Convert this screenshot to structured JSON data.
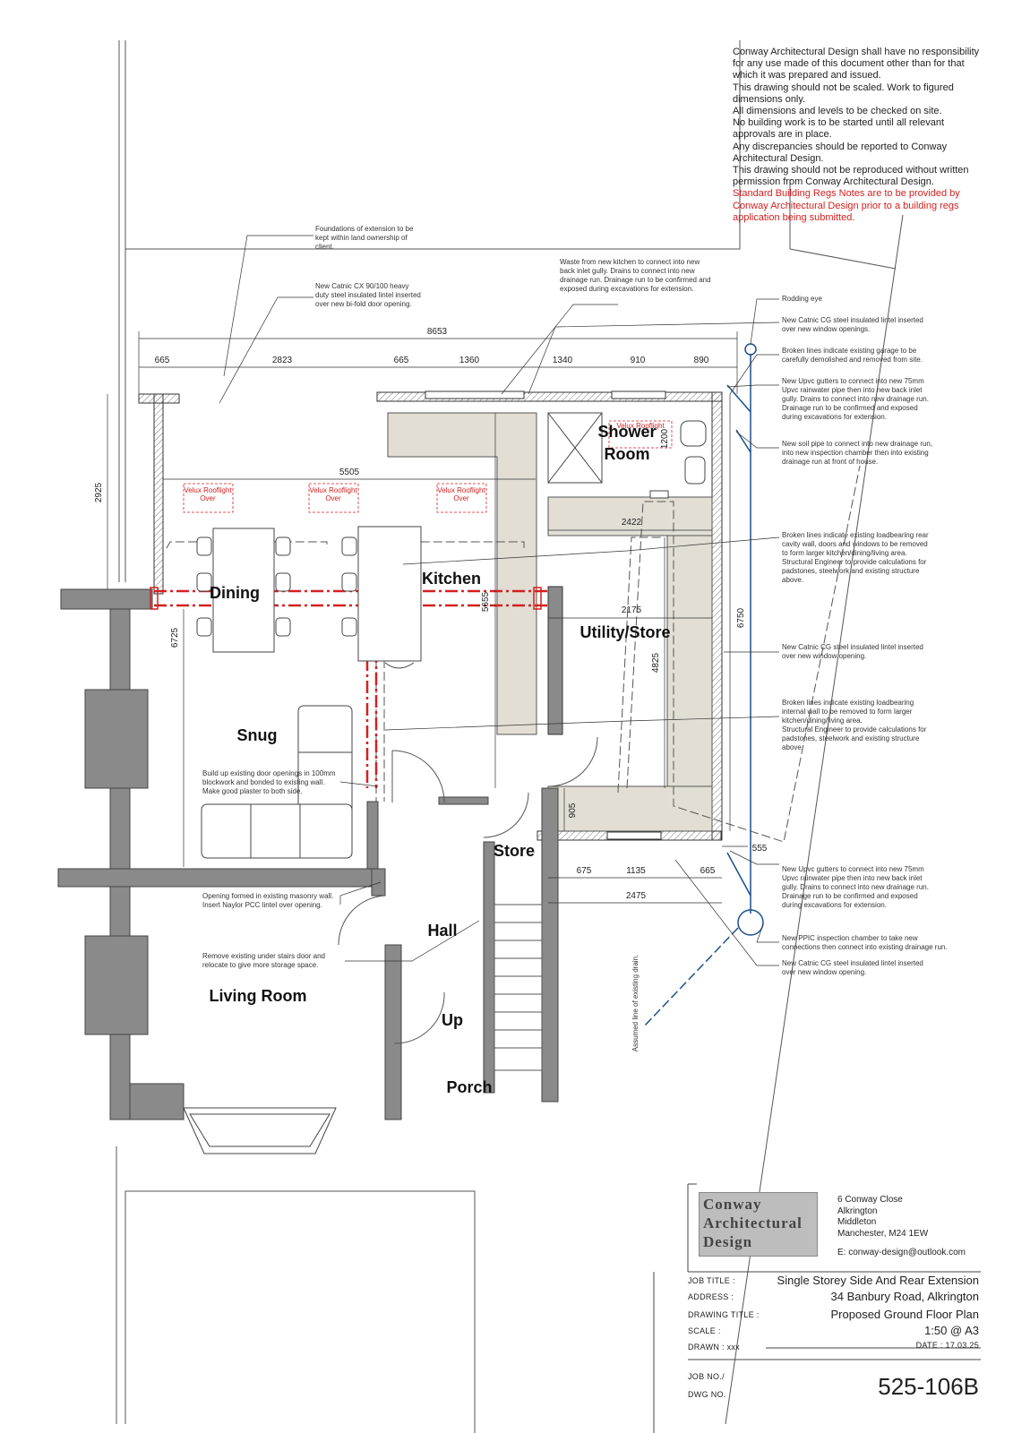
{
  "disclaimer": {
    "lines": [
      "Conway Architectural Design shall have no responsibility for any use made of this document other than for that which it was prepared and issued.",
      "This drawing should not be scaled. Work to figured dimensions only.",
      "All dimensions and levels to be checked on site.",
      "No building work is to be started until all relevant approvals are in place.",
      "Any discrepancies should be reported to Conway Architectural Design.",
      "This drawing should not be reproduced without written permission from Conway Architectural Design."
    ],
    "red_note": "Standard Building Regs Notes are to be provided by Conway Architectural Design prior to a building regs application being submitted."
  },
  "rooms": {
    "dining": "Dining",
    "kitchen": "Kitchen",
    "shower": "Shower",
    "shower2": "Room",
    "utility": "Utility/Store",
    "snug": "Snug",
    "store": "Store",
    "hall": "Hall",
    "up": "Up",
    "living": "Living Room",
    "porch": "Porch"
  },
  "velux": {
    "label1": "Velux Rooflight",
    "label2": "Over"
  },
  "dimensions": {
    "overall": "8653",
    "d665a": "665",
    "d2823": "2823",
    "d665b": "665",
    "d1360": "1360",
    "d1340": "1340",
    "d910": "910",
    "d890": "890",
    "d5505": "5505",
    "d2925": "2925",
    "d6725": "6725",
    "d5655": "5655",
    "d2422": "2422",
    "d2175": "2175",
    "d4825": "4825",
    "d6750": "6750",
    "d1200": "1200",
    "d905": "905",
    "d675": "675",
    "d1135": "1135",
    "d665c": "665",
    "d2475": "2475",
    "d555": "555"
  },
  "annotations": {
    "foundations": [
      "Foundations of extension to be",
      "kept within land ownership of",
      "client."
    ],
    "catnic_cx": [
      "New Catnic CX 90/100 heavy",
      "duty steel insulated lintel inserted",
      "over new bi-fold door opening."
    ],
    "waste": [
      "Waste from new kitchen to connect into new",
      "back inlet gully. Drains to connect into new",
      "drainage run. Drainage run to be confirmed and",
      "exposed during excavations for extension."
    ],
    "rodding": [
      "Rodding eye"
    ],
    "catnic_cg1": [
      "New Catnic CG steel insulated lintel inserted",
      "over new  window openings."
    ],
    "garage": [
      "Broken lines indicate existing garage to be",
      "carefully demolished and removed from site."
    ],
    "gutters1": [
      "New Upvc gutters to connect into new 75mm",
      "Upvc rainwater pipe then into new back inlet",
      "gully. Drains to connect into new drainage run.",
      "Drainage run to be confirmed and exposed",
      "during excavations for extension."
    ],
    "soil": [
      "New soil pipe to connect into new drainage run,",
      "into new inspection chamber then into existing",
      "drainage run at front of house."
    ],
    "rear_wall": [
      "Broken lines indicate existing loadbearing rear",
      "cavity wall, doors and windows to be removed",
      "to form larger kitchen/dining/living area.",
      "Structural Engineer to provide calculations for",
      "padstones, steelwork and existing structure",
      "above."
    ],
    "catnic_cg2": [
      "New Catnic CG steel insulated lintel inserted",
      "over new  window opening."
    ],
    "internal_wall": [
      "Broken lines indicate existing loadbearing",
      "internal wall to be removed to form larger",
      "kitchen/dining/living area.",
      "Structural Engineer to provide calculations for",
      "padstones, steelwork and existing structure",
      "above."
    ],
    "build_up": [
      "Build up existing door openings in 100mm",
      "blockwork and bonded to existing wall.",
      "Make good plaster to both side."
    ],
    "gutters2": [
      "New Upvc gutters to connect into new 75mm",
      "Upvc rainwater pipe then into new back inlet",
      "gully. Drains to connect into new drainage run.",
      "Drainage run to be confirmed and exposed",
      "during excavations for extension."
    ],
    "opening": [
      "Opening formed in existing masonry wall.",
      "Insert Naylor PCC lintel over opening."
    ],
    "ppic": [
      "New PPIC inspection chamber to take new",
      "connections then connect into existing drainage run."
    ],
    "catnic_cg3": [
      "New Catnic CG steel insulated lintel inserted",
      "over new  window opening."
    ],
    "under_stairs": [
      "Remove existing under stairs door and",
      "relocate to give more storage space."
    ],
    "drain": "Assumed line of existing drain."
  },
  "company": {
    "logo_line1": "Conway",
    "logo_line2": "Architectural",
    "logo_line3": "Design",
    "address": [
      "6 Conway Close",
      "Alkrington",
      "Middleton",
      "Manchester, M24 1EW"
    ],
    "email": "E:  conway-design@outlook.com"
  },
  "title_block": {
    "job_title_label": "JOB TITLE :",
    "job_title": "Single Storey Side And Rear Extension",
    "address_label": "ADDRESS :",
    "address": "34 Banbury Road, Alkrington",
    "drawing_title_label": "DRAWING TITLE :",
    "drawing_title": "Proposed Ground Floor Plan",
    "scale_label": "SCALE :",
    "scale": "1:50 @ A3",
    "drawn_label": "DRAWN : xxx",
    "date": "DATE : 17.03.25",
    "job_no_label": "JOB NO./",
    "dwg_no_label": "DWG NO.",
    "dwg_no": "525-106B"
  },
  "colors": {
    "wall_existing": "#8a8a8a",
    "worktop": "#e2ded4",
    "removed": "#d42020",
    "drain": "#1a4f8a"
  }
}
